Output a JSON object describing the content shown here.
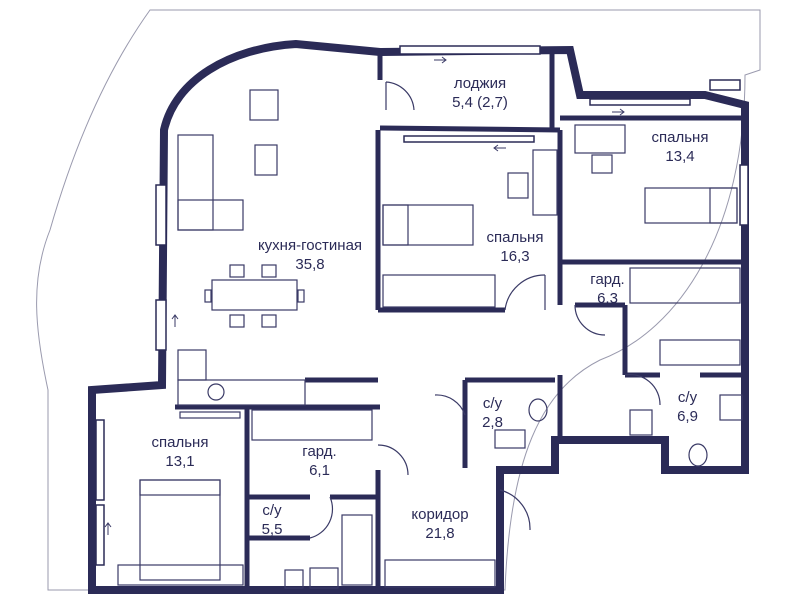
{
  "plan": {
    "colors": {
      "wall": "#2b2b57",
      "line": "#3a3a66",
      "site_outline": "#9a9aae",
      "background": "#ffffff"
    },
    "rooms": [
      {
        "id": "loggia",
        "name": "лоджия",
        "area": "5,4 (2,7)"
      },
      {
        "id": "kitchen-living",
        "name": "кухня-гостиная",
        "area": "35,8"
      },
      {
        "id": "bedroom-1",
        "name": "спальня",
        "area": "16,3"
      },
      {
        "id": "bedroom-2",
        "name": "спальня",
        "area": "13,4"
      },
      {
        "id": "wardrobe-1",
        "name": "гард.",
        "area": "6,3"
      },
      {
        "id": "bathroom-1",
        "name": "с/у",
        "area": "2,8"
      },
      {
        "id": "bathroom-2",
        "name": "с/у",
        "area": "6,9"
      },
      {
        "id": "bedroom-3",
        "name": "спальня",
        "area": "13,1"
      },
      {
        "id": "wardrobe-2",
        "name": "гард.",
        "area": "6,1"
      },
      {
        "id": "corridor",
        "name": "коридор",
        "area": "21,8"
      },
      {
        "id": "bathroom-3",
        "name": "с/у",
        "area": "5,5"
      }
    ]
  }
}
